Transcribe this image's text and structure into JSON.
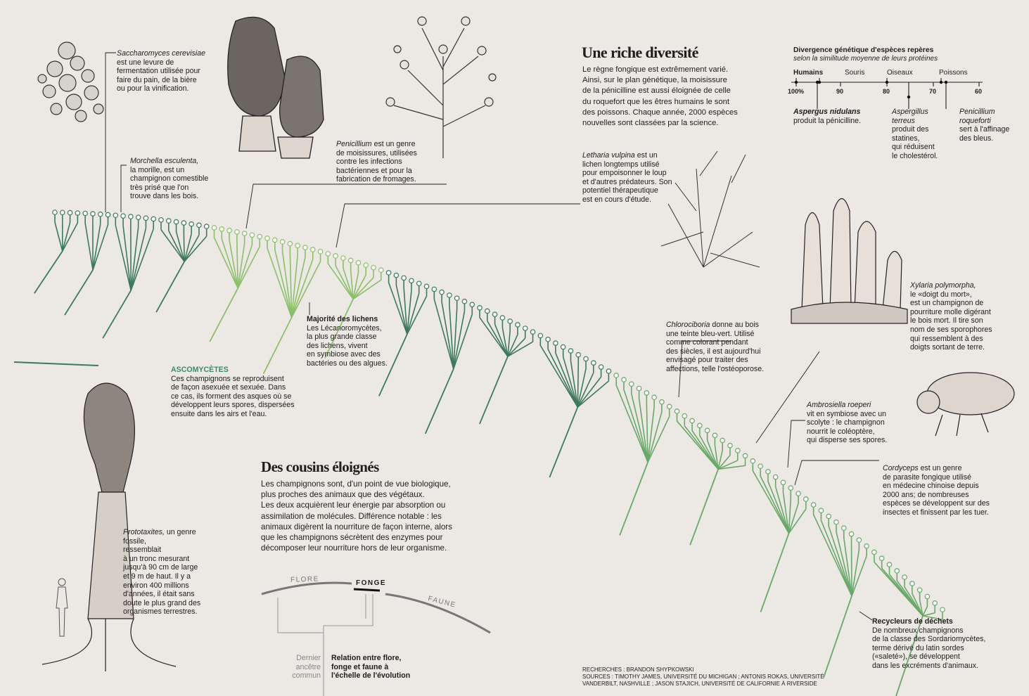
{
  "colors": {
    "background": "#ece8e4",
    "ascomycetes": "#3e7a5a",
    "lichens": "#8bbf6a",
    "sordariomycetes": "#6aa86a",
    "text": "#1e1e1e",
    "accent_green": "#3e8a63"
  },
  "riche": {
    "title": "Une riche diversité",
    "body": "Le règne fongique est extrêmement varié.\nAinsi, sur le plan génétique, la moisissure\nde la pénicilline est aussi éloignée de celle\ndu roquefort que les êtres humains le sont\ndes poissons. Chaque année, 2000 espèces\nnouvelles sont classées par la science."
  },
  "divergence": {
    "title": "Divergence génétique d'espèces repères",
    "subtitle": "selon la similitude moyenne de leurs protéines",
    "species_top": [
      "Humains",
      "Souris",
      "Oiseaux",
      "Poissons"
    ],
    "ticks": [
      "100%",
      "90",
      "80",
      "70",
      "60"
    ],
    "below": [
      {
        "name": "Aspergus nidulans",
        "desc": "produit la pénicilline."
      },
      {
        "name": "Aspergillus\nterreus",
        "desc": "produit des\nstatines,\nqui réduisent\nle cholestérol."
      },
      {
        "name": "Penicillium\nroqueforti",
        "desc": "sert à l'affinage\ndes bleus."
      }
    ]
  },
  "annotations": {
    "saccharomyces": {
      "name": "Saccharomyces cerevisiae",
      "text": "est une levure de\nfermentation utilisée pour\nfaire du pain, de la bière\nou pour la vinification."
    },
    "morchella": {
      "name": "Morchella esculenta,",
      "text": "la morille, est un\nchampignon comestible\ntrès prisé que l'on\ntrouve dans les bois."
    },
    "penicillium": {
      "name": "Penicillium",
      "text1": " est un genre",
      "text": "de moisissures, utilisées\ncontre les infections\nbactériennes et pour la\nfabrication de fromages."
    },
    "letharia": {
      "name": "Letharia vulpina",
      "text1": " est un",
      "text": "lichen longtemps utilisé\npour empoisonner le loup\net d'autres prédateurs. Son\npotentiel thérapeutique\nest en cours d'étude."
    },
    "lichens": {
      "title": "Majorité des lichens",
      "text": "Les Lécanoromycètes,\nla plus grande classe\ndes lichens, vivent\nen symbiose avec des\nbactéries ou des algues."
    },
    "ascomycetes": {
      "title": "ASCOMYCÈTES",
      "text": "Ces champignons se reproduisent\nde façon asexuée et sexuée. Dans\nce cas, ils forment des asques où se\ndéveloppent leurs spores, dispersées\nensuite dans les airs et l'eau."
    },
    "chlorociboria": {
      "name": "Chlorociboria",
      "text1": " donne au bois",
      "text": "une teinte bleu-vert. Utilisé\ncomme colorant pendant\ndes siècles, il est aujourd'hui\nenvisagé pour traiter des\naffections, telle l'ostéoporose."
    },
    "xylaria": {
      "name": "Xylaria polymorpha,",
      "text": "le «doigt du mort»,\nest un champignon de\npourriture molle digérant\nle bois mort. Il tire son\nnom de ses sporophores\nqui ressemblent à des\ndoigts sortant de terre."
    },
    "ambrosiella": {
      "name": "Ambrosiella roeperi",
      "text": "vit en symbiose avec un\nscolyte : le champignon\nnourrit le coléoptère,\nqui disperse ses spores."
    },
    "cordyceps": {
      "name": "Cordyceps",
      "text1": " est un genre",
      "text": "de parasite fongique utilisé\nen médecine chinoise depuis\n2000 ans; de nombreuses\nespèces se développent sur des\ninsectes et finissent par les tuer."
    },
    "recycleurs": {
      "title": "Recycleurs de déchets",
      "text": "De nombreux champignons\nde la classe des Sordariomycètes,\nterme dérivé du latin sordes\n(«saleté»), se développent\ndans les excréments d'animaux."
    },
    "prototaxites": {
      "name": "Prototaxites,",
      "text1": " un genre",
      "text": "fossile,\nressemblait\nà un tronc mesurant\njusqu'à 90 cm de large\net 9 m de haut. Il y a\nenviron 400 millions\nd'années, il était sans\ndoute le plus grand des\norganismes terrestres."
    }
  },
  "cousins": {
    "title": "Des cousins éloignés",
    "body": "Les champignons sont, d'un point de vue biologique,\nplus proches des animaux que des végétaux.\nLes deux acquièrent leur énergie par absorption ou\nassimilation de molécules. Différence notable : les\nanimaux digèrent la nourriture de façon interne, alors\nque les champignons sécrètent des enzymes pour\ndécomposer leur nourriture hors de leur organisme."
  },
  "relation": {
    "flore": "FLORE",
    "fonge": "FONGE",
    "faune": "FAUNE",
    "ancestor": "Dernier\nancêtre\ncommun",
    "caption": "Relation entre flore,\nfonge et faune à\nl'échelle de l'évolution"
  },
  "credits": {
    "line1": "RECHERCHES : BRANDON SHYPKOWSKI",
    "line2": "SOURCES : TIMOTHY JAMES, UNIVERSITÉ DU MICHIGAN ; ANTONIS ROKAS, UNIVERSITÉ\nVANDERBILT, NASHVILLE ; JASON STAJICH, UNIVERSITÉ DE CALIFORNIE À RIVERSIDE"
  }
}
